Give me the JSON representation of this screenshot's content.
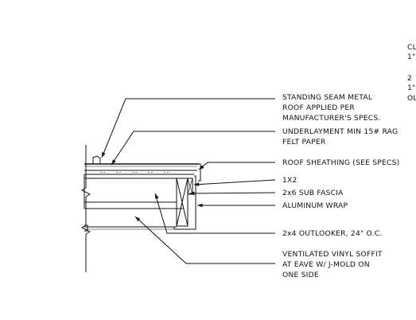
{
  "callouts": [
    {
      "id": "roof",
      "lines": [
        "STANDING SEAM METAL",
        "ROOF APPLIED PER",
        "MANUFACTURER'S SPECS."
      ]
    },
    {
      "id": "underlayment",
      "lines": [
        "UNDERLAYMENT MIN 15# RAG",
        "FELT PAPER"
      ]
    },
    {
      "id": "sheathing",
      "lines": [
        "ROOF SHEATHING (SEE SPECS)"
      ]
    },
    {
      "id": "trim",
      "lines": [
        "1X2"
      ]
    },
    {
      "id": "fascia",
      "lines": [
        "2x6 SUB FASCIA"
      ]
    },
    {
      "id": "wrap",
      "lines": [
        "ALUMINUM WRAP"
      ]
    },
    {
      "id": "outlooker",
      "lines": [
        "2x4 OUTLOOKER, 24\" O.C."
      ]
    },
    {
      "id": "soffit",
      "lines": [
        "VENTILATED VINYL SOFFIT",
        "AT EAVE W/ J-MOLD ON",
        "ONE SIDE"
      ]
    }
  ],
  "clipped_edge_text": [
    "CL",
    "1\"",
    "2",
    "1\"",
    "OL"
  ]
}
